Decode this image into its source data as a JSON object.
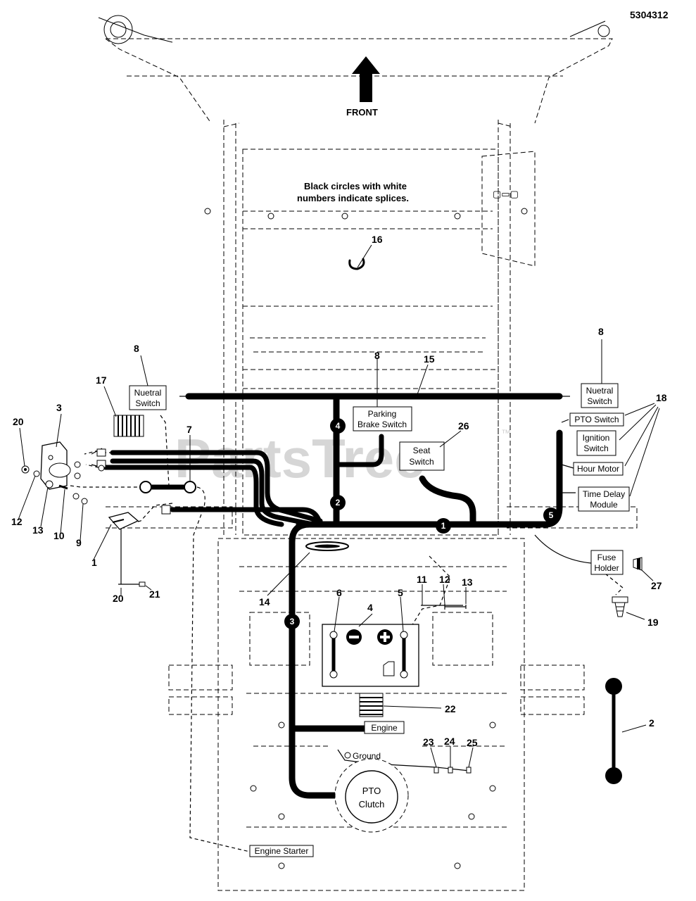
{
  "diagram": {
    "part_number": "5304312",
    "direction_label": "FRONT",
    "note_line1": "Black circles with white",
    "note_line2": "numbers indicate splices.",
    "watermark": "PartsTree",
    "watermark_tm": "™",
    "component_labels": {
      "neutral_switch_left": [
        "Nuetral",
        "Switch"
      ],
      "neutral_switch_right": [
        "Nuetral",
        "Switch"
      ],
      "parking_brake_switch": [
        "Parking",
        "Brake Switch"
      ],
      "seat_switch": [
        "Seat",
        "Switch"
      ],
      "pto_switch": "PTO Switch",
      "ignition_switch": [
        "Ignition",
        "Switch"
      ],
      "hour_motor": "Hour Motor",
      "time_delay_module": [
        "Time Delay",
        "Module"
      ],
      "fuse_holder": [
        "Fuse",
        "Holder"
      ],
      "engine": "Engine",
      "ground": "Ground",
      "pto_clutch": [
        "PTO",
        "Clutch"
      ],
      "engine_starter": "Engine Starter"
    },
    "splices": [
      "1",
      "2",
      "3",
      "4",
      "5"
    ],
    "callouts": {
      "c1": "1",
      "c2": "2",
      "c3": "3",
      "c4": "4",
      "c5": "5",
      "c6": "6",
      "c7": "7",
      "c8a": "8",
      "c8b": "8",
      "c8c": "8",
      "c9": "9",
      "c10": "10",
      "c11": "11",
      "c12a": "12",
      "c12b": "12",
      "c13a": "13",
      "c13b": "13",
      "c14": "14",
      "c15": "15",
      "c16": "16",
      "c17": "17",
      "c18": "18",
      "c19": "19",
      "c20a": "20",
      "c20b": "20",
      "c21": "21",
      "c22": "22",
      "c23": "23",
      "c24": "24",
      "c25": "25",
      "c26": "26",
      "c27": "27"
    }
  }
}
